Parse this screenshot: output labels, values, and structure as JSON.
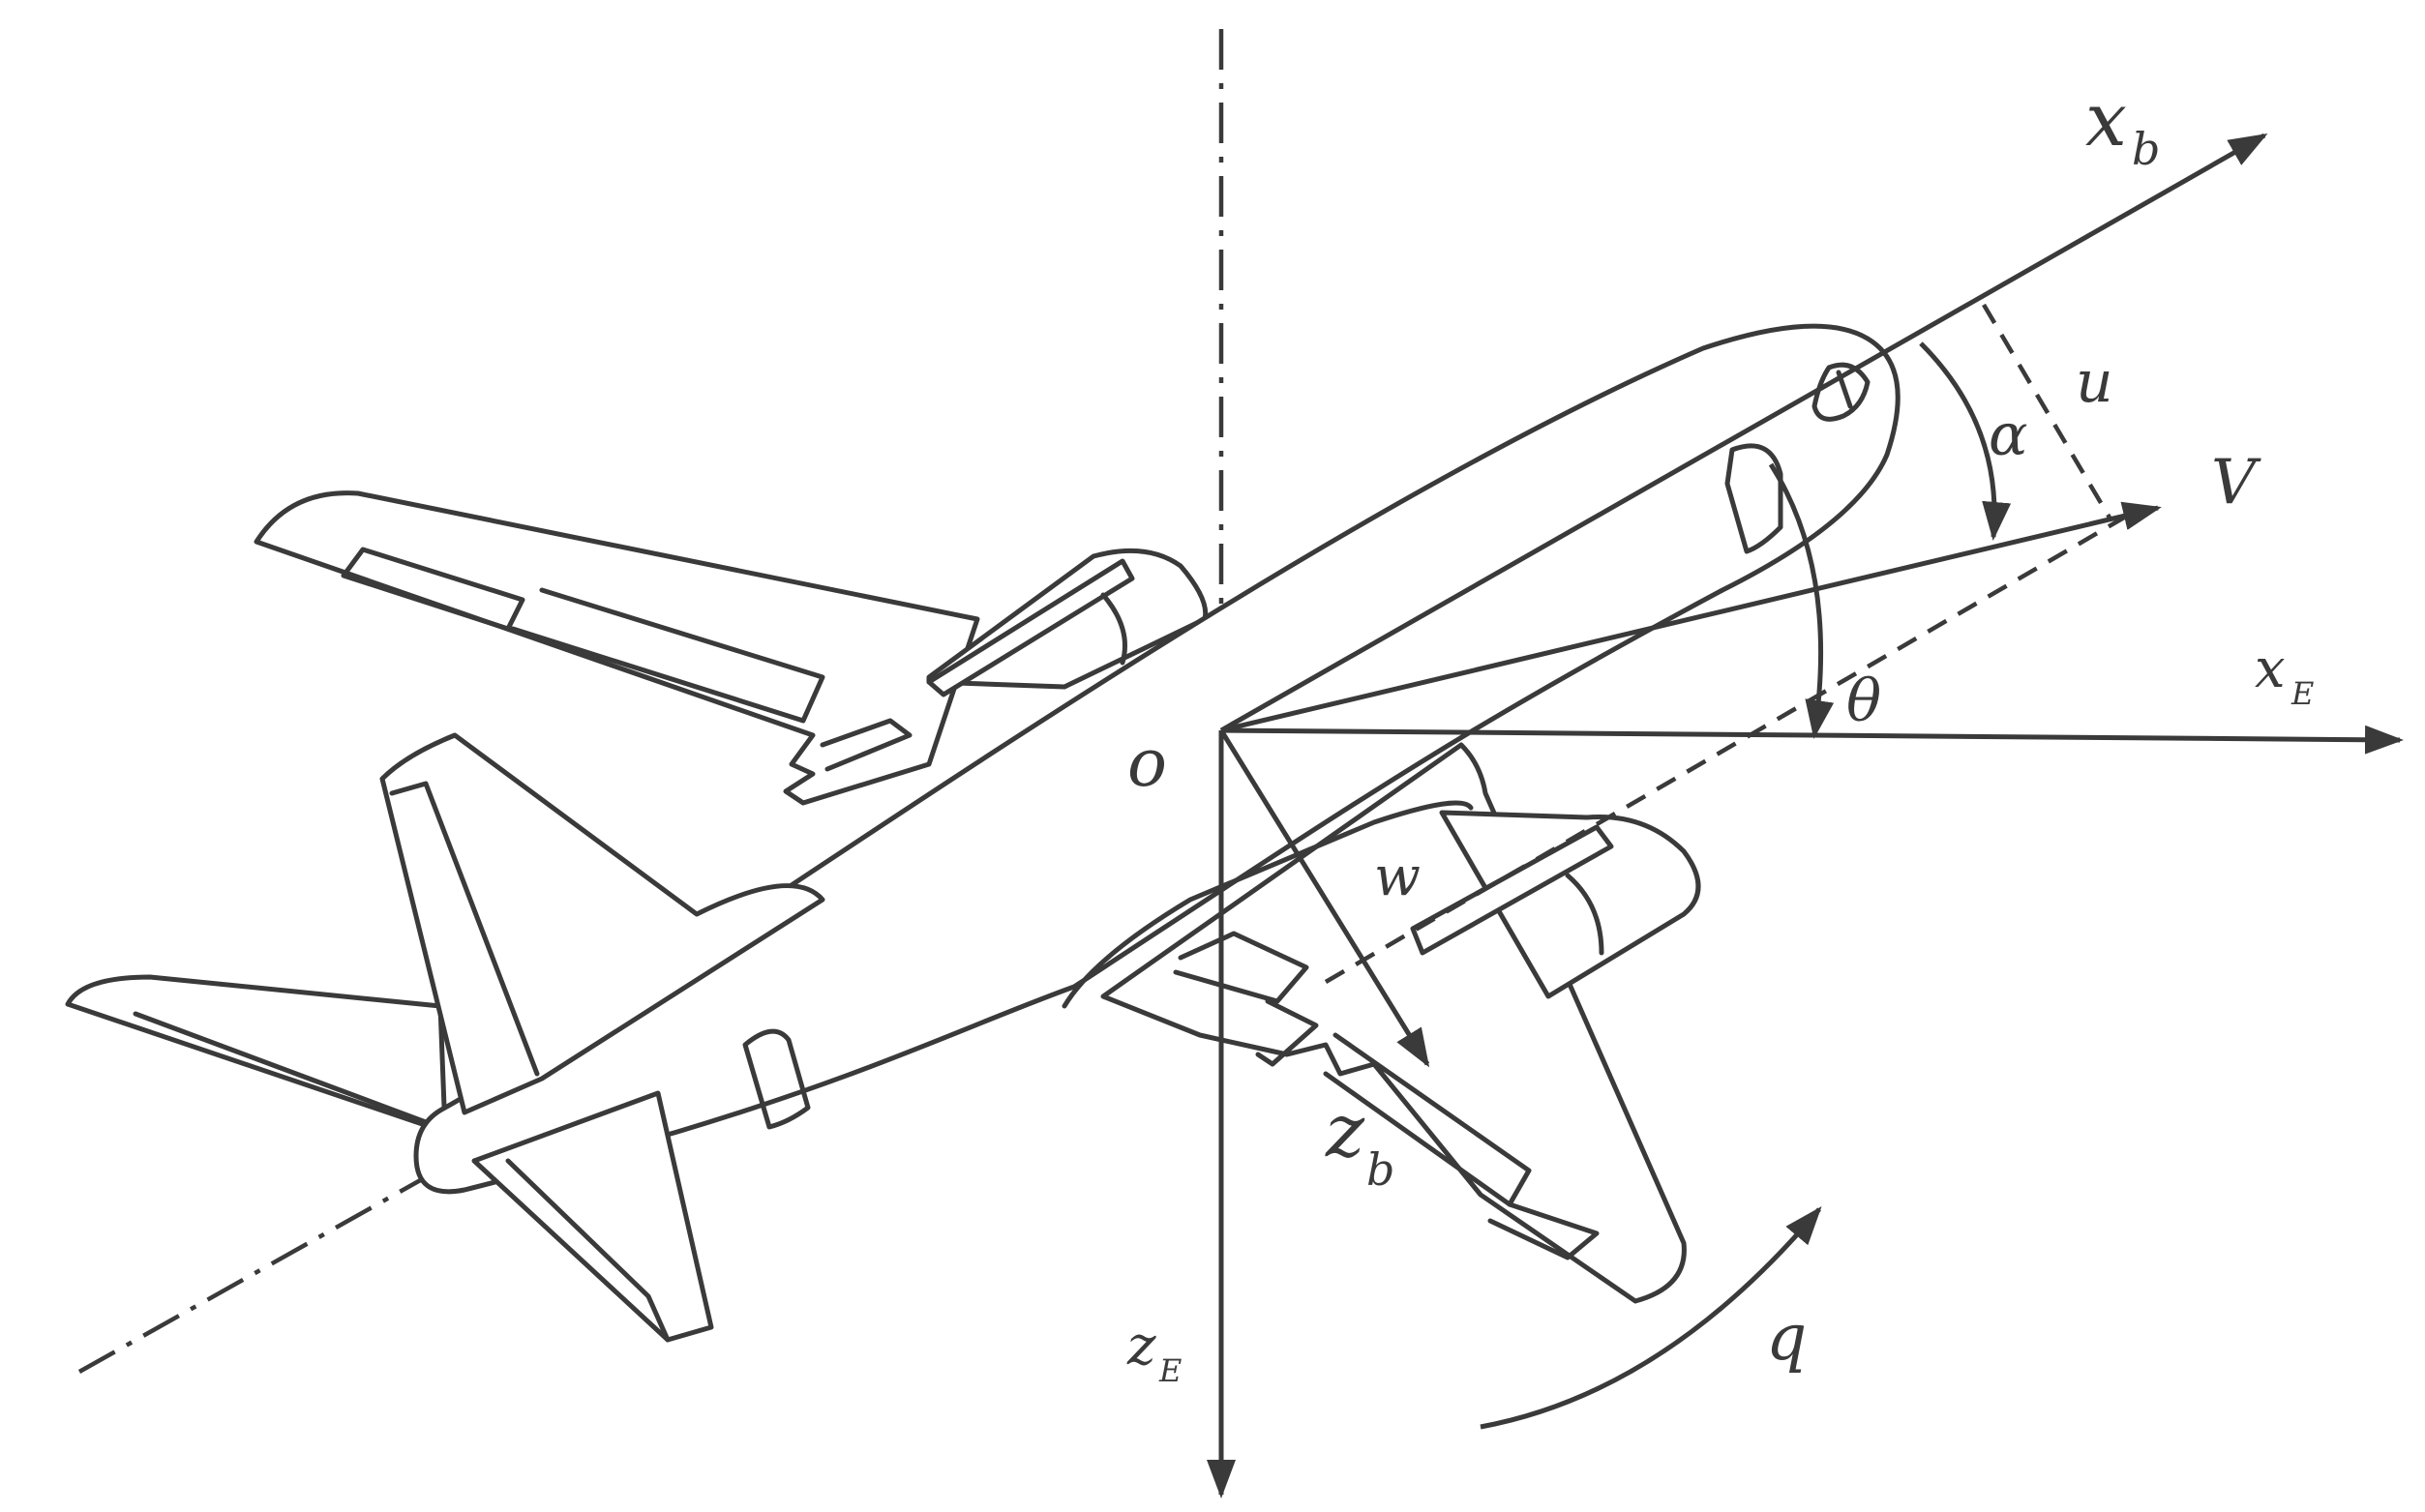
{
  "diagram": {
    "labels": {
      "xb": "x",
      "xb_sub": "b",
      "zb": "z",
      "zb_sub": "b",
      "xE": "x",
      "xE_sub": "E",
      "zE": "z",
      "zE_sub": "E",
      "origin": "o",
      "u": "u",
      "w": "w",
      "V": "V",
      "alpha": "α",
      "theta": "θ",
      "q": "q"
    },
    "colors": {
      "line": "#3a3a3a",
      "background": "#ffffff"
    }
  }
}
